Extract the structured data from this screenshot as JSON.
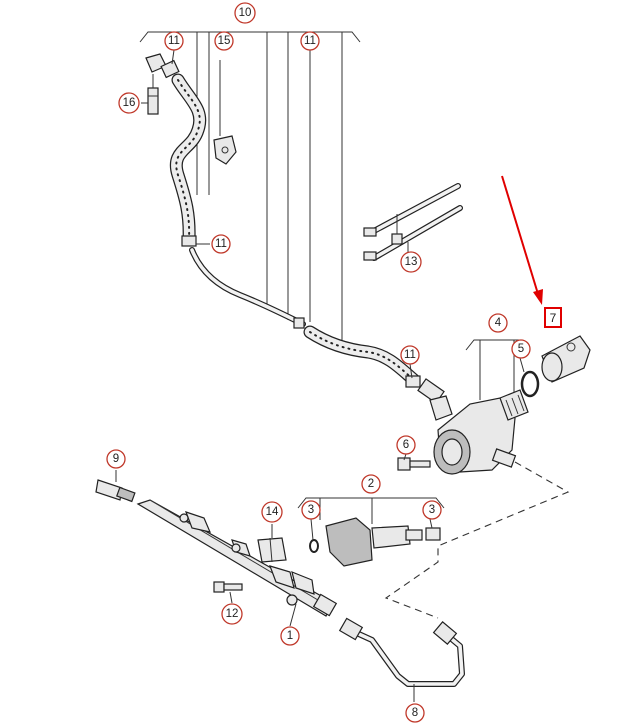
{
  "diagram": {
    "callouts": {
      "c1": "1",
      "c2": "2",
      "c3a": "3",
      "c3b": "3",
      "c4": "4",
      "c5": "5",
      "c6": "6",
      "c7": "7",
      "c8": "8",
      "c9": "9",
      "c10": "10",
      "c11a": "11",
      "c11b": "11",
      "c11c": "11",
      "c11d": "11",
      "c12": "12",
      "c13": "13",
      "c14": "14",
      "c15": "15",
      "c16": "16"
    },
    "highlighted_part": "7",
    "colors": {
      "callout_ring": "#c0392b",
      "highlight": "#e00000",
      "line": "#222222"
    }
  }
}
